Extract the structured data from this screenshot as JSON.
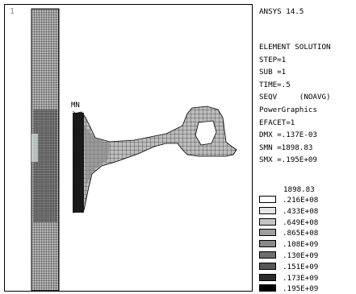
{
  "viewport": {
    "window_number": "1",
    "node_label": "MN"
  },
  "panel": {
    "app_title": "ANSYS 14.5",
    "lines": [
      "ELEMENT SOLUTION",
      "STEP=1",
      "SUB =1",
      "TIME=.5",
      "SEQV     (NOAVG)",
      "PowerGraphics",
      "EFACET=1",
      "DMX =.137E-03",
      "SMN =1898.83",
      "SMX =.195E+09"
    ],
    "legend_min": "1898.83",
    "legend": [
      {
        "value": ".216E+08",
        "color": "#ffffff"
      },
      {
        "value": ".433E+08",
        "color": "#e6e6e6"
      },
      {
        "value": ".649E+08",
        "color": "#c4c4c4"
      },
      {
        "value": ".865E+08",
        "color": "#9e9e9e"
      },
      {
        "value": ".108E+09",
        "color": "#8a8a8a"
      },
      {
        "value": ".130E+09",
        "color": "#6e6e6e"
      },
      {
        "value": ".151E+09",
        "color": "#585858"
      },
      {
        "value": ".173E+09",
        "color": "#2a2a2a"
      },
      {
        "value": ".195E+09",
        "color": "#000000"
      }
    ]
  }
}
